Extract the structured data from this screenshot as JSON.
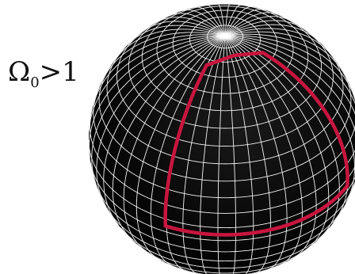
{
  "label": {
    "symbol": "Ω",
    "subscript": "0",
    "relation": ">1"
  },
  "colors": {
    "background": "#ffffff",
    "sphere": "#050505",
    "grid": "#ffffff",
    "triangle": "#c8163f",
    "text": "#111111"
  },
  "grid": {
    "latitude_step_deg": 7.5,
    "longitude_step_deg": 7.5
  }
}
